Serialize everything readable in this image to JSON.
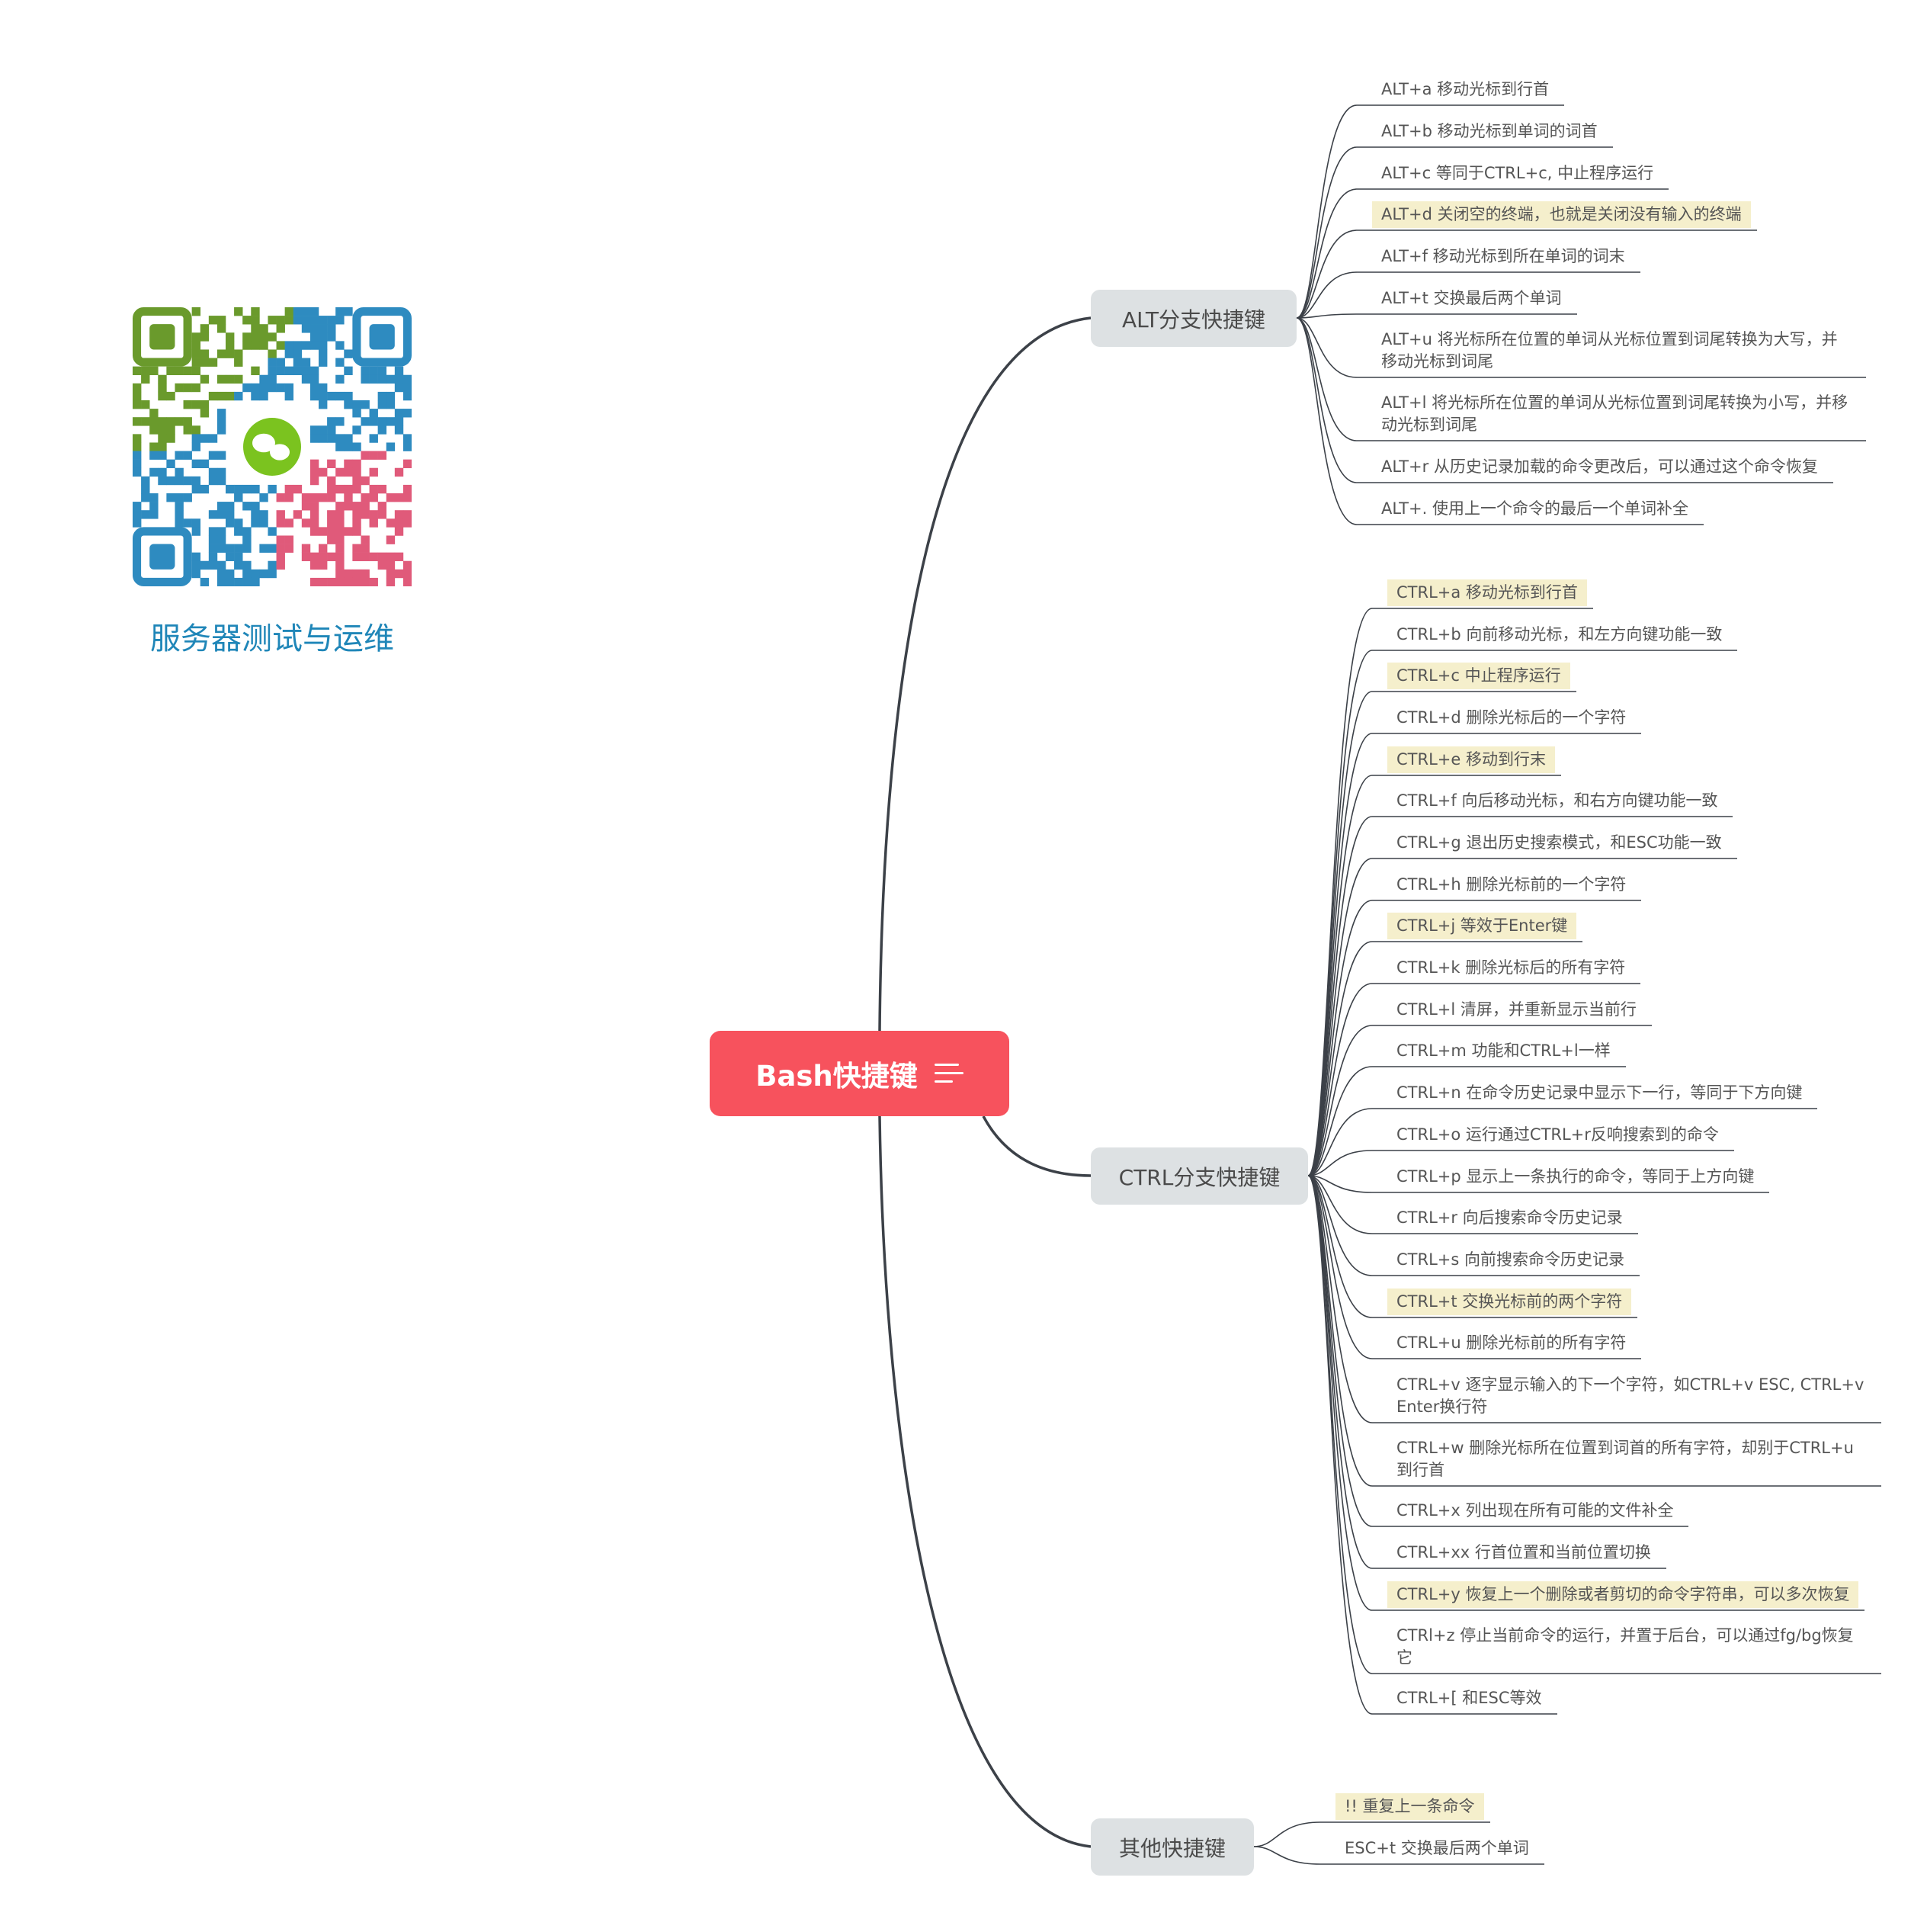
{
  "root": {
    "title": "Bash快捷键",
    "icon": "notes-lines-icon",
    "color": "#f7525d"
  },
  "qr": {
    "caption": "服务器测试与运维",
    "icon": "wechat-icon"
  },
  "branches": [
    {
      "label": "ALT分支快捷键",
      "items": [
        {
          "text": "ALT+a 移动光标到行首",
          "highlight": false
        },
        {
          "text": "ALT+b 移动光标到单词的词首",
          "highlight": false
        },
        {
          "text": "ALT+c 等同于CTRL+c, 中止程序运行",
          "highlight": false
        },
        {
          "text": "ALT+d 关闭空的终端，也就是关闭没有输入的终端",
          "highlight": true
        },
        {
          "text": "ALT+f 移动光标到所在单词的词末",
          "highlight": false
        },
        {
          "text": "ALT+t 交换最后两个单词",
          "highlight": false
        },
        {
          "text": "ALT+u 将光标所在位置的单词从光标位置到词尾转换为大写，并移动光标到词尾",
          "highlight": false
        },
        {
          "text": "ALT+l 将光标所在位置的单词从光标位置到词尾转换为小写，并移动光标到词尾",
          "highlight": false
        },
        {
          "text": "ALT+r 从历史记录加载的命令更改后，可以通过这个命令恢复",
          "highlight": false
        },
        {
          "text": "ALT+. 使用上一个命令的最后一个单词补全",
          "highlight": false
        }
      ]
    },
    {
      "label": "CTRL分支快捷键",
      "items": [
        {
          "text": "CTRL+a 移动光标到行首",
          "highlight": true
        },
        {
          "text": "CTRL+b 向前移动光标，和左方向键功能一致",
          "highlight": false
        },
        {
          "text": "CTRL+c 中止程序运行",
          "highlight": true
        },
        {
          "text": "CTRL+d 删除光标后的一个字符",
          "highlight": false
        },
        {
          "text": "CTRL+e 移动到行末",
          "highlight": true
        },
        {
          "text": "CTRL+f 向后移动光标，和右方向键功能一致",
          "highlight": false
        },
        {
          "text": "CTRL+g 退出历史搜索模式，和ESC功能一致",
          "highlight": false
        },
        {
          "text": "CTRL+h 删除光标前的一个字符",
          "highlight": false
        },
        {
          "text": "CTRL+j 等效于Enter键",
          "highlight": true
        },
        {
          "text": "CTRL+k 删除光标后的所有字符",
          "highlight": false
        },
        {
          "text": "CTRL+l 清屏，并重新显示当前行",
          "highlight": false
        },
        {
          "text": "CTRL+m 功能和CTRL+l一样",
          "highlight": false
        },
        {
          "text": "CTRL+n 在命令历史记录中显示下一行，等同于下方向键",
          "highlight": false
        },
        {
          "text": "CTRL+o 运行通过CTRL+r反响搜索到的命令",
          "highlight": false
        },
        {
          "text": "CTRL+p 显示上一条执行的命令，等同于上方向键",
          "highlight": false
        },
        {
          "text": "CTRL+r 向后搜索命令历史记录",
          "highlight": false
        },
        {
          "text": "CTRL+s 向前搜索命令历史记录",
          "highlight": false
        },
        {
          "text": "CTRL+t 交换光标前的两个字符",
          "highlight": true
        },
        {
          "text": "CTRL+u 删除光标前的所有字符",
          "highlight": false
        },
        {
          "text": "CTRL+v 逐字显示输入的下一个字符，如CTRL+v ESC, CTRL+v Enter换行符",
          "highlight": false
        },
        {
          "text": "CTRL+w 删除光标所在位置到词首的所有字符，却别于CTRL+u 到行首",
          "highlight": false
        },
        {
          "text": "CTRL+x 列出现在所有可能的文件补全",
          "highlight": false
        },
        {
          "text": "CTRL+xx 行首位置和当前位置切换",
          "highlight": false
        },
        {
          "text": "CTRL+y 恢复上一个删除或者剪切的命令字符串，可以多次恢复",
          "highlight": true
        },
        {
          "text": "CTRl+z 停止当前命令的运行，并置于后台，可以通过fg/bg恢复它",
          "highlight": false
        },
        {
          "text": "CTRL+[ 和ESC等效",
          "highlight": false
        }
      ]
    },
    {
      "label": "其他快捷键",
      "items": [
        {
          "text": "!! 重复上一条命令",
          "highlight": true
        },
        {
          "text": "ESC+t 交换最后两个单词",
          "highlight": false
        }
      ]
    }
  ]
}
